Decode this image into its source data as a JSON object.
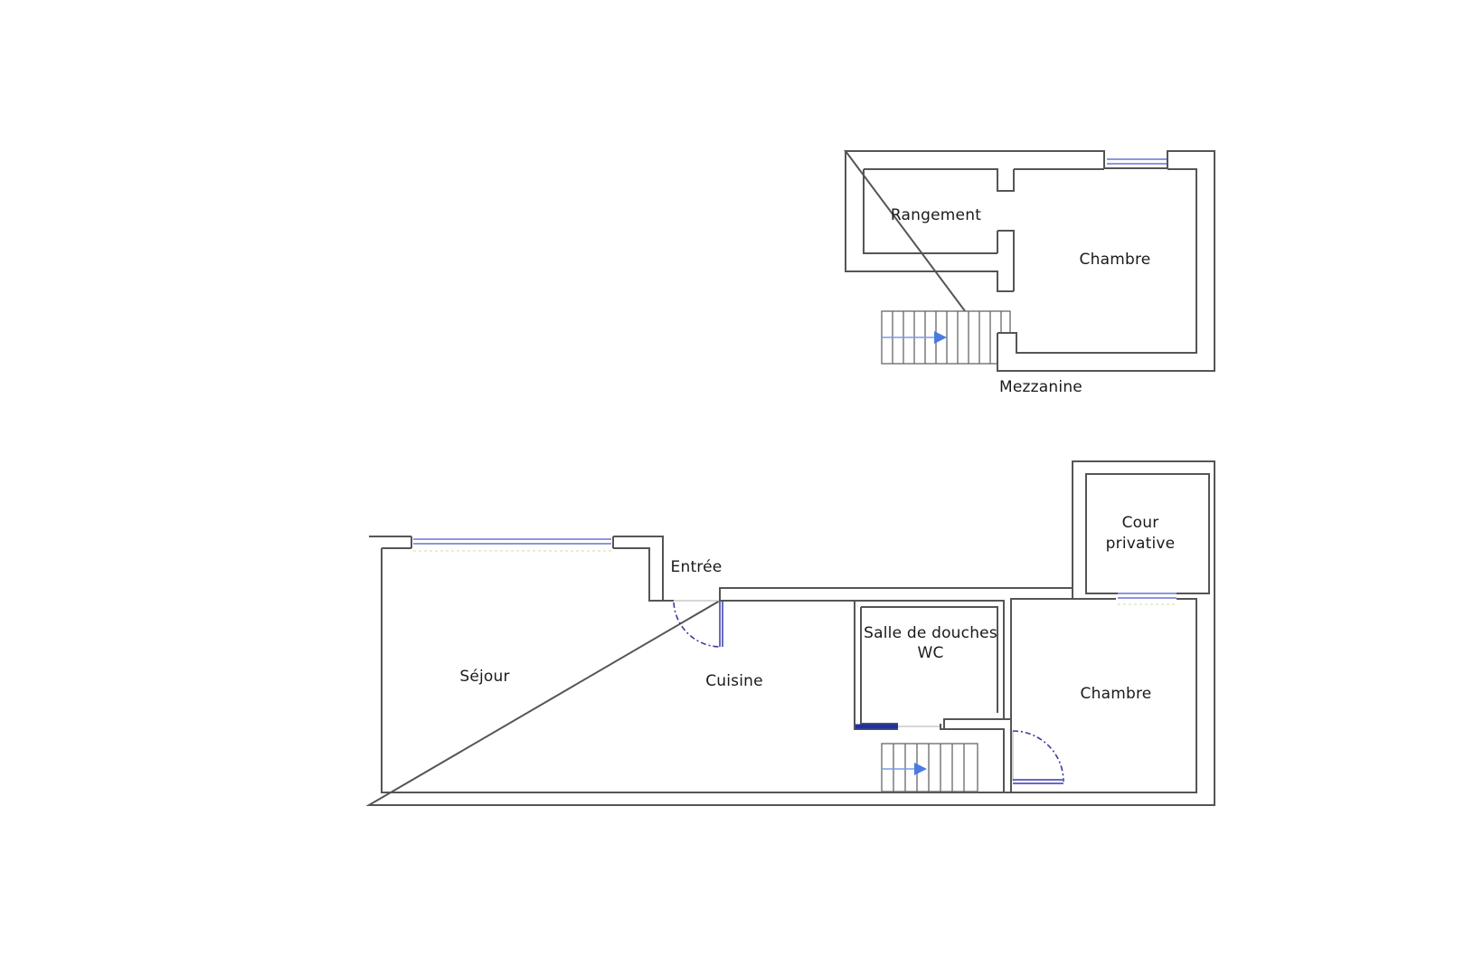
{
  "plan": {
    "upper_level": {
      "rooms": [
        {
          "id": "rangement",
          "label": "Rangement"
        },
        {
          "id": "chambre-haut",
          "label": "Chambre"
        },
        {
          "id": "mezzanine",
          "label": "Mezzanine"
        }
      ]
    },
    "lower_level": {
      "rooms": [
        {
          "id": "sejour",
          "label": "Séjour"
        },
        {
          "id": "entree",
          "label": "Entrée"
        },
        {
          "id": "cuisine",
          "label": "Cuisine"
        },
        {
          "id": "sdd",
          "label": "Salle de douches",
          "label_line2": "WC"
        },
        {
          "id": "cour",
          "label": "Cour",
          "label_line2": "privative"
        },
        {
          "id": "chambre-bas",
          "label": "Chambre"
        }
      ]
    },
    "colors": {
      "wall": "#555555",
      "window": "#8f95e0",
      "window_dark": "#1f2fa8",
      "door": "#3a3a9a",
      "stair_arrow": "#4a7be0"
    }
  }
}
